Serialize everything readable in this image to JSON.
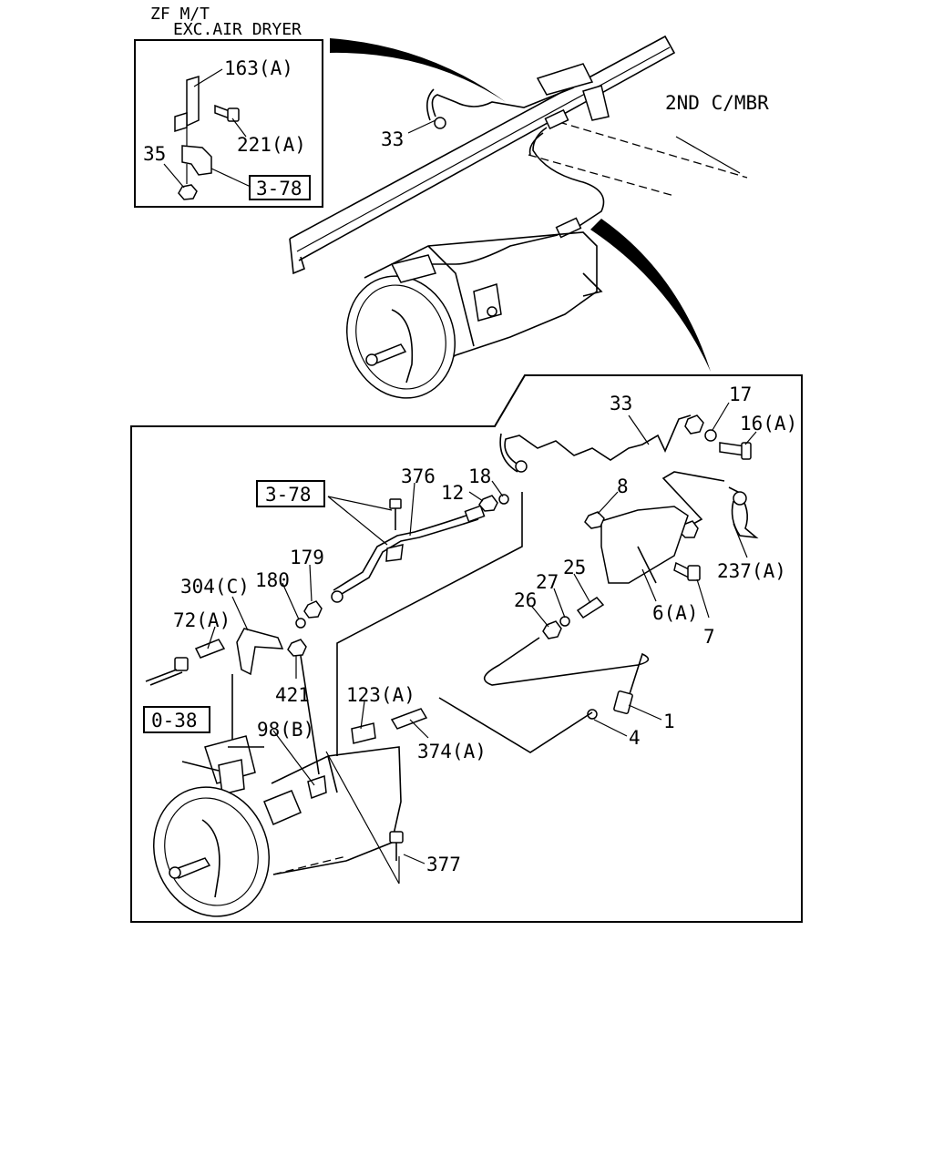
{
  "inset": {
    "note_line1": "ZF M/T",
    "note_line2": "EXC.AIR DRYER"
  },
  "labels": {
    "l163a": "163(A)",
    "l221a": "221(A)",
    "l35": "35",
    "l33_top": "33",
    "l2nd_cmbr": "2ND C/MBR",
    "l33_detail": "33",
    "l17": "17",
    "l16a": "16(A)",
    "l376": "376",
    "l18": "18",
    "l12": "12",
    "l8": "8",
    "l179": "179",
    "l304c": "304(C)",
    "l180": "180",
    "l72a": "72(A)",
    "l25": "25",
    "l27": "27",
    "l26": "26",
    "l237a": "237(A)",
    "l6a": "6(A)",
    "l7": "7",
    "l421": "421",
    "l123a": "123(A)",
    "l98b": "98(B)",
    "l374a": "374(A)",
    "l1": "1",
    "l4": "4",
    "l377": "377"
  },
  "references": {
    "ref_3_78_inset": "3-78",
    "ref_3_78_detail": "3-78",
    "ref_0_38": "0-38"
  }
}
